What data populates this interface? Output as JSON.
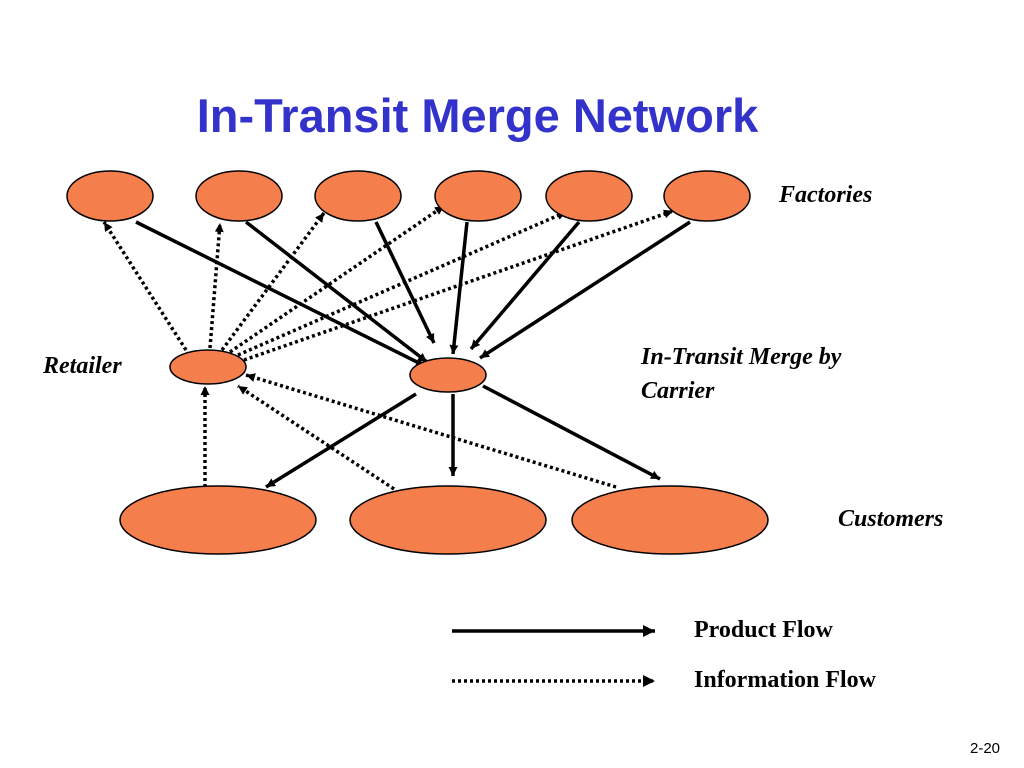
{
  "slide": {
    "title": "In-Transit Merge Network",
    "page_number": "2-20"
  },
  "labels": {
    "factories": "Factories",
    "retailer": "Retailer",
    "merge_line1": "In-Transit Merge by",
    "merge_line2": "Carrier",
    "customers": "Customers"
  },
  "legend": {
    "product_flow": "Product Flow",
    "information_flow": "Information Flow"
  },
  "colors": {
    "title": "#3333cc",
    "node_fill": "#f47e4c",
    "node_stroke": "#000000"
  },
  "nodes": {
    "factories": [
      "factory-1",
      "factory-2",
      "factory-3",
      "factory-4",
      "factory-5",
      "factory-6"
    ],
    "retailer": "retailer",
    "merge": "in-transit-merge",
    "customers": [
      "customer-1",
      "customer-2",
      "customer-3"
    ]
  },
  "edges": {
    "product_flow": [
      [
        "factory-1",
        "in-transit-merge"
      ],
      [
        "factory-2",
        "in-transit-merge"
      ],
      [
        "factory-3",
        "in-transit-merge"
      ],
      [
        "factory-4",
        "in-transit-merge"
      ],
      [
        "factory-5",
        "in-transit-merge"
      ],
      [
        "factory-6",
        "in-transit-merge"
      ],
      [
        "in-transit-merge",
        "customer-1"
      ],
      [
        "in-transit-merge",
        "customer-2"
      ],
      [
        "in-transit-merge",
        "customer-3"
      ]
    ],
    "information_flow": [
      [
        "retailer",
        "factory-1"
      ],
      [
        "retailer",
        "factory-2"
      ],
      [
        "retailer",
        "factory-3"
      ],
      [
        "retailer",
        "factory-4"
      ],
      [
        "retailer",
        "factory-5"
      ],
      [
        "retailer",
        "factory-6"
      ],
      [
        "customer-1",
        "retailer"
      ],
      [
        "customer-2",
        "retailer"
      ],
      [
        "customer-3",
        "retailer"
      ]
    ]
  }
}
